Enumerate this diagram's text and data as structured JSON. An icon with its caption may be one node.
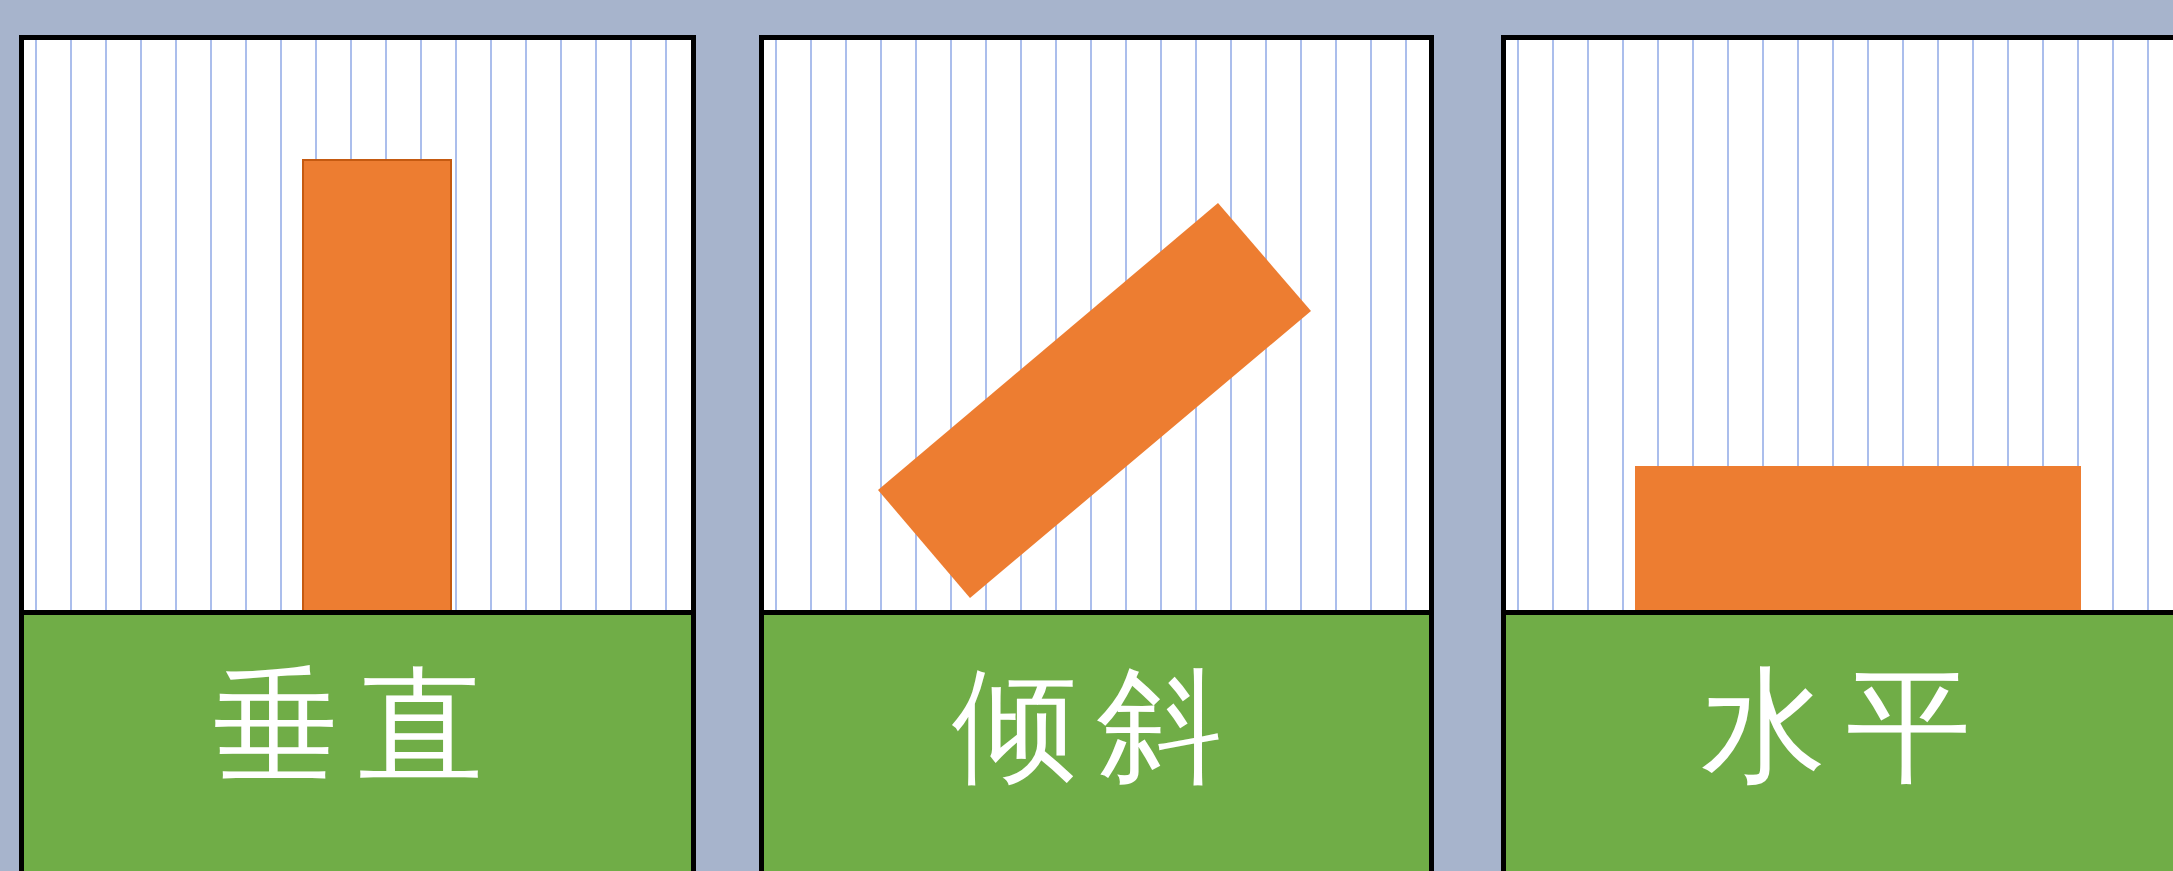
{
  "diagram": {
    "nodes": [
      {
        "text": [
          "垂直"
        ]
      },
      {
        "text": [
          "倾斜"
        ]
      },
      {
        "text": [
          "水平"
        ]
      }
    ]
  }
}
